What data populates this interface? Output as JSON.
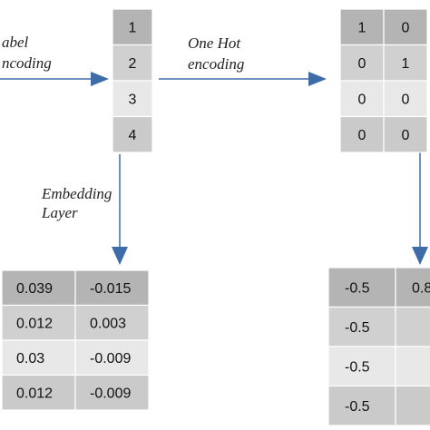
{
  "captions": {
    "label_encoding": [
      "abel",
      "ncoding"
    ],
    "one_hot_encoding": [
      "One Hot",
      "encoding"
    ],
    "embedding_layer": [
      "Embedding",
      "Layer"
    ]
  },
  "label_column": [
    "1",
    "2",
    "3",
    "4"
  ],
  "one_hot_table": [
    [
      "1",
      "0"
    ],
    [
      "0",
      "1"
    ],
    [
      "0",
      "0"
    ],
    [
      "0",
      "0"
    ]
  ],
  "embedding_table": [
    [
      "0.039",
      "-0.015"
    ],
    [
      "0.012",
      "0.003"
    ],
    [
      "0.03",
      "-0.009"
    ],
    [
      "0.012",
      "-0.009"
    ]
  ],
  "right_table": [
    [
      "-0.5",
      "0.8"
    ],
    [
      "-0.5",
      ""
    ],
    [
      "-0.5",
      ""
    ],
    [
      "-0.5",
      ""
    ]
  ],
  "colors": {
    "arrow": "#3d6ca8",
    "row_fills": [
      "#b4b4b4",
      "#d0d0d0",
      "#e8e8e8",
      "#cacaca"
    ]
  }
}
